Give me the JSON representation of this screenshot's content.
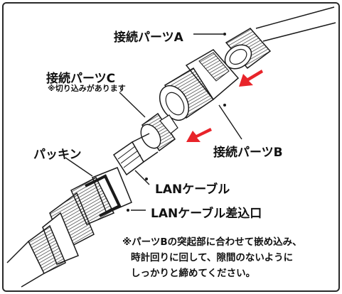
{
  "labels": {
    "part_a": "接続パーツA",
    "part_c": "接続パーツC",
    "part_c_note": "※切り込みがあります",
    "part_b": "接続パーツB",
    "packing": "パッキン",
    "lan_cable": "LANケーブル",
    "lan_inlet": "LANケーブル差込口"
  },
  "instructions": [
    "※パーツBの突起部に合わせて嵌め込み、",
    "時計回りに回して、隙間のないように",
    "しっかりと締めてください。"
  ],
  "colors": {
    "arrow": "#e8242a",
    "line": "#1a1a1a",
    "background": "#ffffff"
  }
}
